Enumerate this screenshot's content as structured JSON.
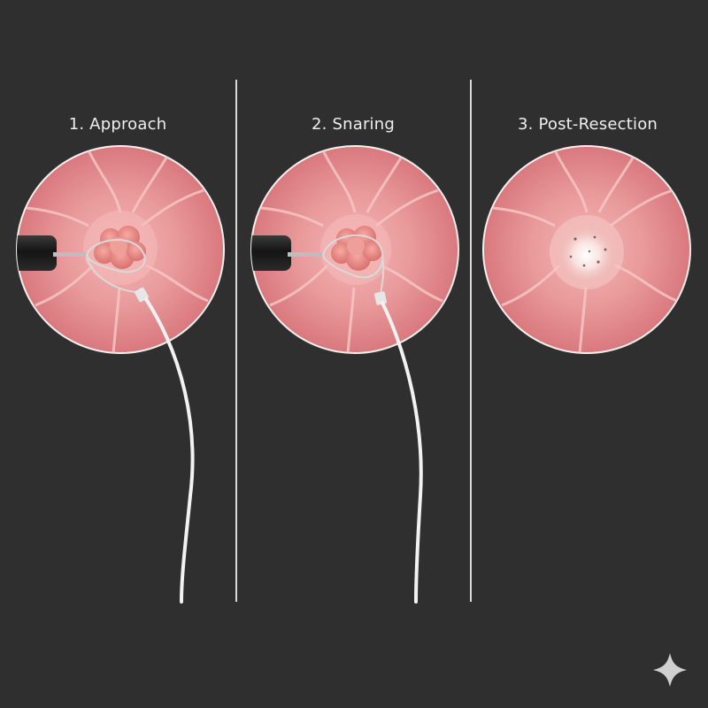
{
  "panels": [
    {
      "title": "1. Approach",
      "state": "approach"
    },
    {
      "title": "2. Snaring",
      "state": "snaring"
    },
    {
      "title": "3. Post-Resection",
      "state": "post-resection"
    }
  ],
  "colors": {
    "background": "#2f2f2f",
    "mucosa": "#e58f92",
    "polyp": "#e98b88",
    "wire": "#f2f2f2",
    "scope": "#1c1c1c",
    "divider": "#d9d9d9"
  },
  "icons": {
    "corner": "sparkle-icon"
  }
}
